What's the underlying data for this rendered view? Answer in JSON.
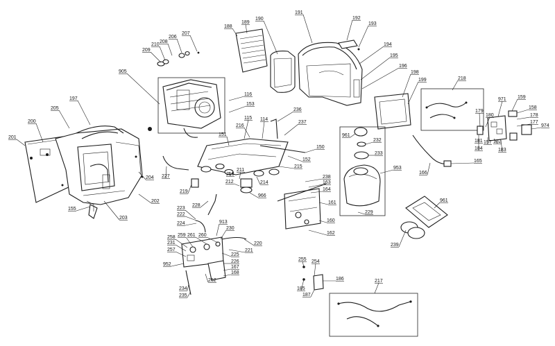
{
  "labels": [
    {
      "id": "201",
      "text": "201"
    },
    {
      "id": "200",
      "text": "200"
    },
    {
      "id": "205",
      "text": "205"
    },
    {
      "id": "197",
      "text": "197"
    },
    {
      "id": "155",
      "text": "155"
    },
    {
      "id": "203",
      "text": "203"
    },
    {
      "id": "202",
      "text": "202"
    },
    {
      "id": "204",
      "text": "204"
    },
    {
      "id": "209",
      "text": "209"
    },
    {
      "id": "210",
      "text": "210"
    },
    {
      "id": "208",
      "text": "208"
    },
    {
      "id": "206",
      "text": "206"
    },
    {
      "id": "207",
      "text": "207"
    },
    {
      "id": "905",
      "text": "905"
    },
    {
      "id": "188",
      "text": "188"
    },
    {
      "id": "189",
      "text": "189"
    },
    {
      "id": "190",
      "text": "190"
    },
    {
      "id": "191",
      "text": "191"
    },
    {
      "id": "192",
      "text": "192"
    },
    {
      "id": "193",
      "text": "193"
    },
    {
      "id": "194",
      "text": "194"
    },
    {
      "id": "195",
      "text": "195"
    },
    {
      "id": "196",
      "text": "196"
    },
    {
      "id": "198",
      "text": "198"
    },
    {
      "id": "199",
      "text": "199"
    },
    {
      "id": "218",
      "text": "218"
    },
    {
      "id": "971",
      "text": "971"
    },
    {
      "id": "159",
      "text": "159"
    },
    {
      "id": "158",
      "text": "158"
    },
    {
      "id": "178",
      "text": "178"
    },
    {
      "id": "177",
      "text": "177"
    },
    {
      "id": "974",
      "text": "974"
    },
    {
      "id": "179",
      "text": "179"
    },
    {
      "id": "180",
      "text": "180"
    },
    {
      "id": "181",
      "text": "181"
    },
    {
      "id": "184",
      "text": "184"
    },
    {
      "id": "157",
      "text": "157"
    },
    {
      "id": "182",
      "text": "182"
    },
    {
      "id": "183",
      "text": "183"
    },
    {
      "id": "116",
      "text": "116"
    },
    {
      "id": "153",
      "text": "153"
    },
    {
      "id": "236",
      "text": "236"
    },
    {
      "id": "237",
      "text": "237"
    },
    {
      "id": "216",
      "text": "216"
    },
    {
      "id": "114",
      "text": "114"
    },
    {
      "id": "115",
      "text": "115"
    },
    {
      "id": "151",
      "text": "151"
    },
    {
      "id": "150",
      "text": "150"
    },
    {
      "id": "152",
      "text": "152"
    },
    {
      "id": "215",
      "text": "215"
    },
    {
      "id": "213",
      "text": "213"
    },
    {
      "id": "211",
      "text": "211"
    },
    {
      "id": "214",
      "text": "214"
    },
    {
      "id": "212",
      "text": "212"
    },
    {
      "id": "966",
      "text": "966"
    },
    {
      "id": "227",
      "text": "227"
    },
    {
      "id": "219",
      "text": "219"
    },
    {
      "id": "228",
      "text": "228"
    },
    {
      "id": "223",
      "text": "223"
    },
    {
      "id": "222",
      "text": "222"
    },
    {
      "id": "224",
      "text": "224"
    },
    {
      "id": "913",
      "text": "913"
    },
    {
      "id": "230",
      "text": "230"
    },
    {
      "id": "220",
      "text": "220"
    },
    {
      "id": "221",
      "text": "221"
    },
    {
      "id": "225",
      "text": "225"
    },
    {
      "id": "226",
      "text": "226"
    },
    {
      "id": "167",
      "text": "167"
    },
    {
      "id": "168",
      "text": "168"
    },
    {
      "id": "258",
      "text": "258"
    },
    {
      "id": "231",
      "text": "231"
    },
    {
      "id": "259",
      "text": "259"
    },
    {
      "id": "261",
      "text": "261"
    },
    {
      "id": "260",
      "text": "260"
    },
    {
      "id": "257",
      "text": "257"
    },
    {
      "id": "952",
      "text": "952"
    },
    {
      "id": "262",
      "text": "262"
    },
    {
      "id": "234",
      "text": "234"
    },
    {
      "id": "235",
      "text": "235"
    },
    {
      "id": "961",
      "text": "961"
    },
    {
      "id": "232",
      "text": "232"
    },
    {
      "id": "233",
      "text": "233"
    },
    {
      "id": "953",
      "text": "953"
    },
    {
      "id": "229",
      "text": "229"
    },
    {
      "id": "238",
      "text": "238"
    },
    {
      "id": "163",
      "text": "163"
    },
    {
      "id": "164",
      "text": "164"
    },
    {
      "id": "161",
      "text": "161"
    },
    {
      "id": "160",
      "text": "160"
    },
    {
      "id": "162",
      "text": "162"
    },
    {
      "id": "166",
      "text": "166"
    },
    {
      "id": "165",
      "text": "165"
    },
    {
      "id": "961b",
      "text": "961"
    },
    {
      "id": "239",
      "text": "239"
    },
    {
      "id": "255",
      "text": "255"
    },
    {
      "id": "254",
      "text": "254"
    },
    {
      "id": "185",
      "text": "185"
    },
    {
      "id": "186",
      "text": "186"
    },
    {
      "id": "187",
      "text": "187"
    },
    {
      "id": "217",
      "text": "217"
    }
  ]
}
